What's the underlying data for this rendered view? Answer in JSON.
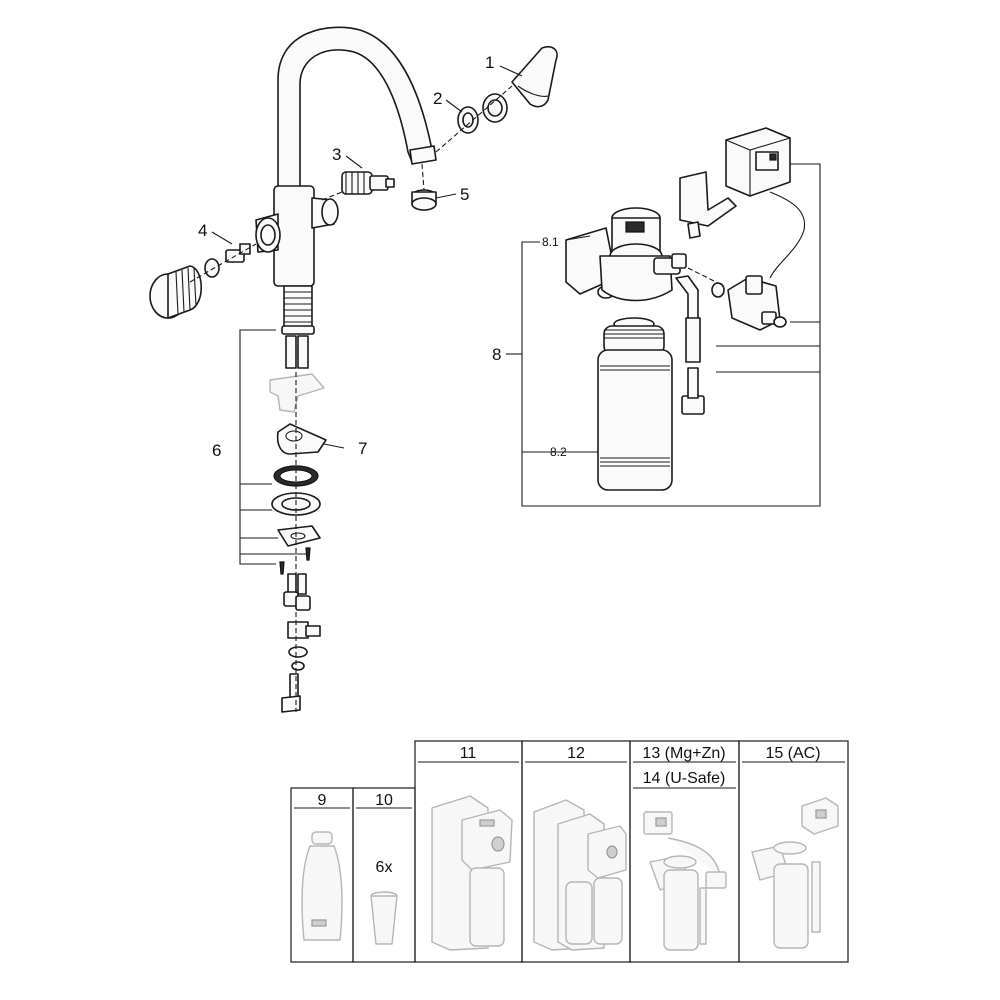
{
  "callouts": {
    "c1": "1",
    "c2": "2",
    "c3": "3",
    "c4": "4",
    "c5": "5",
    "c6": "6",
    "c7": "7",
    "c8": "8",
    "c8_1": "8.1",
    "c8_2": "8.2"
  },
  "accessories": {
    "col9": "9",
    "col10": "10",
    "col10_qty": "6x",
    "col11": "11",
    "col12": "12",
    "col13": "13 (Mg+Zn)",
    "col14": "14 (U-Safe)",
    "col15": "15 (AC)"
  }
}
